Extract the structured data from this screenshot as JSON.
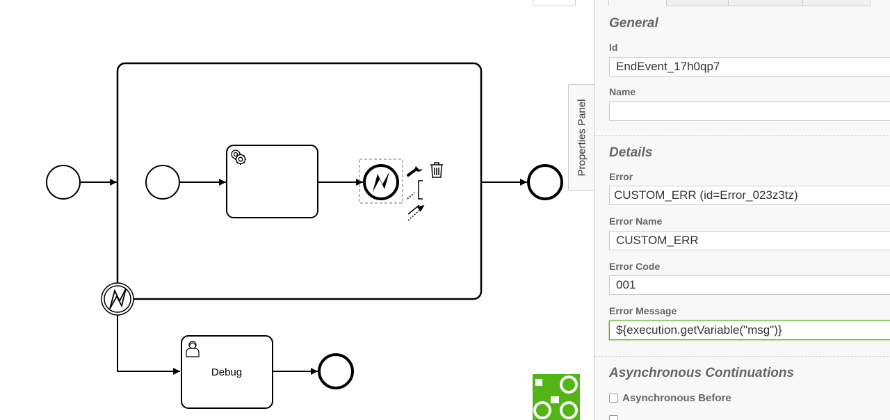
{
  "diagram": {
    "user_task_label": "Debug"
  },
  "properties_panel": {
    "toggle_label": "Properties Panel",
    "groups": {
      "general": {
        "title": "General",
        "id_label": "Id",
        "id_value": "EndEvent_17h0qp7",
        "name_label": "Name",
        "name_value": ""
      },
      "details": {
        "title": "Details",
        "error_label": "Error",
        "error_value": "CUSTOM_ERR (id=Error_023z3tz)",
        "error_name_label": "Error Name",
        "error_name_value": "CUSTOM_ERR",
        "error_code_label": "Error Code",
        "error_code_value": "001",
        "error_message_label": "Error Message",
        "error_message_value": "${execution.getVariable(\"msg\")}"
      },
      "async": {
        "title": "Asynchronous Continuations",
        "async_before_label": "Asynchronous Before",
        "async_before_checked": false
      }
    }
  },
  "colors": {
    "accent_green": "#52b415",
    "selection_blue": "#3f51b5",
    "stroke": "#000000"
  }
}
